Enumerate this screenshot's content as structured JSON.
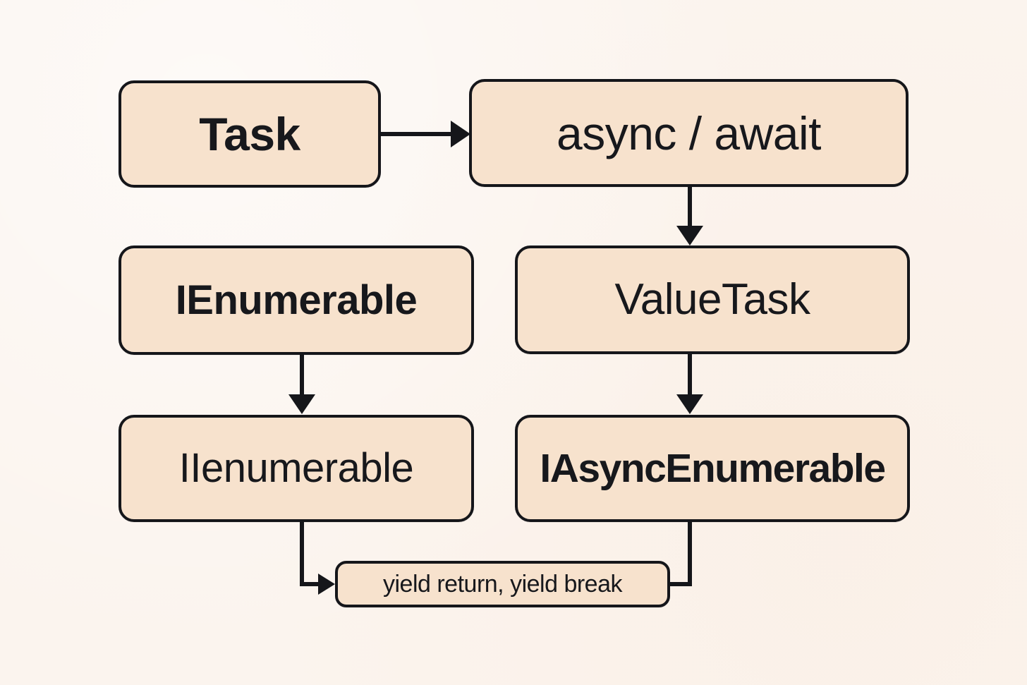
{
  "diagram": {
    "title": "C# asynchronous and enumerable types relationship diagram",
    "background_color": "#FBF4EE",
    "node_fill_color": "#F7E2CD",
    "node_border_color": "#15161A",
    "connector_color": "#15161A",
    "nodes": [
      {
        "id": "task",
        "label": "Task"
      },
      {
        "id": "async_await",
        "label": "async / await"
      },
      {
        "id": "ienumerable",
        "label": "IEnumerable"
      },
      {
        "id": "valuetask",
        "label": "ValueTask"
      },
      {
        "id": "iienumerable",
        "label": "IIenumerable"
      },
      {
        "id": "iasyncenum",
        "label": "IAsyncEnumerable"
      },
      {
        "id": "yield",
        "label": "yield return, yield break"
      }
    ],
    "edges": [
      {
        "id": "task-to-async",
        "from": "Task",
        "to": "async / await",
        "arrow": "right"
      },
      {
        "id": "async-to-valuetask",
        "from": "async / await",
        "to": "ValueTask",
        "arrow": "down"
      },
      {
        "id": "ienumerable-to-iienum",
        "from": "IEnumerable",
        "to": "IIenumerable",
        "arrow": "down"
      },
      {
        "id": "valuetask-to-iasync",
        "from": "ValueTask",
        "to": "IAsyncEnumerable",
        "arrow": "down"
      },
      {
        "id": "iienum-to-yield",
        "from": "IIenumerable",
        "to": "yield return, yield break",
        "arrow": "right"
      },
      {
        "id": "iasync-to-yield",
        "from": "IAsyncEnumerable",
        "to": "yield return, yield break",
        "arrow": "none"
      }
    ]
  }
}
